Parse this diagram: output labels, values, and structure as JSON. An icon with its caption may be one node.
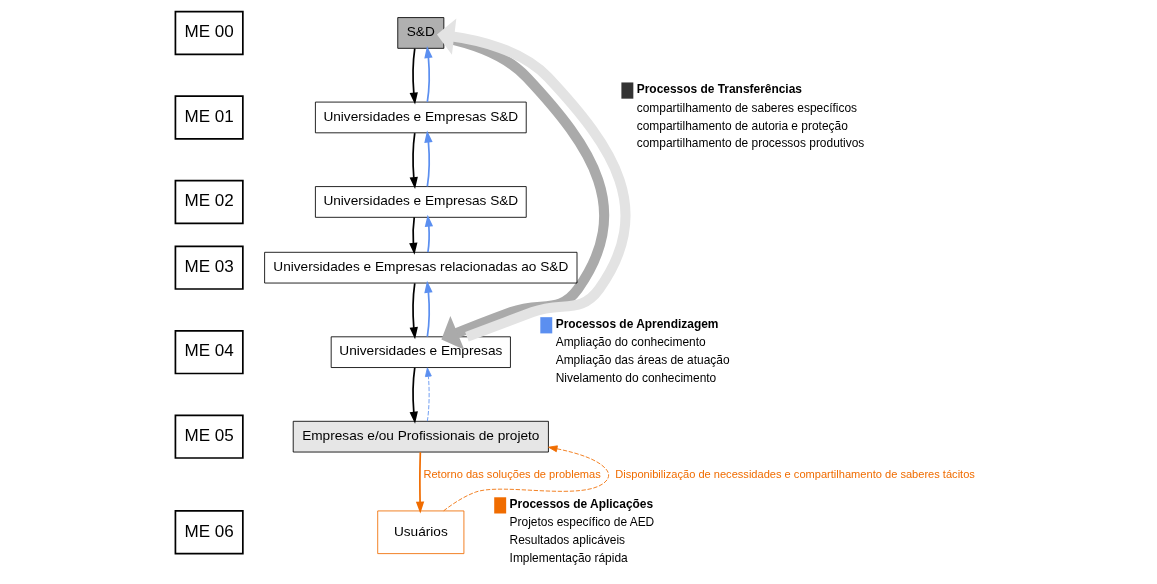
{
  "diagram": {
    "nodes": [
      {
        "text": [
          "ME 00"
        ]
      },
      {
        "text": [
          "ME 01"
        ]
      },
      {
        "text": [
          "ME 02"
        ]
      },
      {
        "text": [
          "ME 03"
        ]
      },
      {
        "text": [
          "ME 04"
        ]
      },
      {
        "text": [
          "ME 05"
        ]
      },
      {
        "text": [
          "ME 06"
        ]
      },
      {
        "text": [
          "S&D"
        ]
      },
      {
        "text": [
          "Universidades e Empresas S&D"
        ]
      },
      {
        "text": [
          "Universidades e Empresas S&D"
        ]
      },
      {
        "text": [
          "Universidades e Empresas relacionadas ao S&D"
        ]
      },
      {
        "text": [
          "Universidades e Empresas"
        ]
      },
      {
        "text": [
          "Empresas e/ou Profissionais de projeto"
        ]
      },
      {
        "text": [
          "Usuários"
        ]
      }
    ],
    "edges": [
      {
        "from": 7,
        "to": 8,
        "arrow": "to"
      },
      {
        "from": 8,
        "to": 7,
        "arrow": "to",
        "color": "#5b8ff0"
      },
      {
        "from": 8,
        "to": 9,
        "arrow": "to"
      },
      {
        "from": 9,
        "to": 8,
        "arrow": "to",
        "color": "#5b8ff0"
      },
      {
        "from": 9,
        "to": 10,
        "arrow": "to"
      },
      {
        "from": 10,
        "to": 9,
        "arrow": "to",
        "color": "#5b8ff0"
      },
      {
        "from": 10,
        "to": 11,
        "arrow": "to"
      },
      {
        "from": 11,
        "to": 10,
        "arrow": "to",
        "color": "#5b8ff0"
      },
      {
        "from": 11,
        "to": 12,
        "arrow": "to"
      },
      {
        "from": 12,
        "to": 11,
        "arrow": "to",
        "style": "dashed",
        "color": "#5b8ff0"
      },
      {
        "from": 12,
        "to": 13,
        "arrow": "to",
        "label": "Retorno das soluções de problemas",
        "color": "#f06c00"
      },
      {
        "from": 13,
        "to": 12,
        "arrow": "to",
        "style": "dashed",
        "label": "Disponibilização de necessidades e compartilhamento de saberes tácitos",
        "color": "#f06c00"
      },
      {
        "from": 7,
        "to": 11,
        "arrow": "to",
        "style": "thick",
        "color": "#aaaaaa"
      },
      {
        "from": 11,
        "to": 7,
        "arrow": "to",
        "style": "thick",
        "color": "#e3e3e3"
      }
    ],
    "labels": [
      "compartilhamento de saberes específicos",
      "compartilhamento de autoria e proteção",
      "compartilhamento de processos produtivos",
      "Ampliação do conhecimento",
      "Ampliação das áreas de atuação",
      "Nivelamento do conhecimento",
      "Projetos específico de AED",
      "Resultados aplicáveis",
      "Implementação rápida"
    ],
    "legend": [
      {
        "text": "Processos de Transferências",
        "color": "#333333"
      },
      {
        "text": "Processos de Aprendizagem",
        "color": "#5b8ff0"
      },
      {
        "text": "Processos de Aplicações",
        "color": "#f06c00"
      }
    ]
  }
}
